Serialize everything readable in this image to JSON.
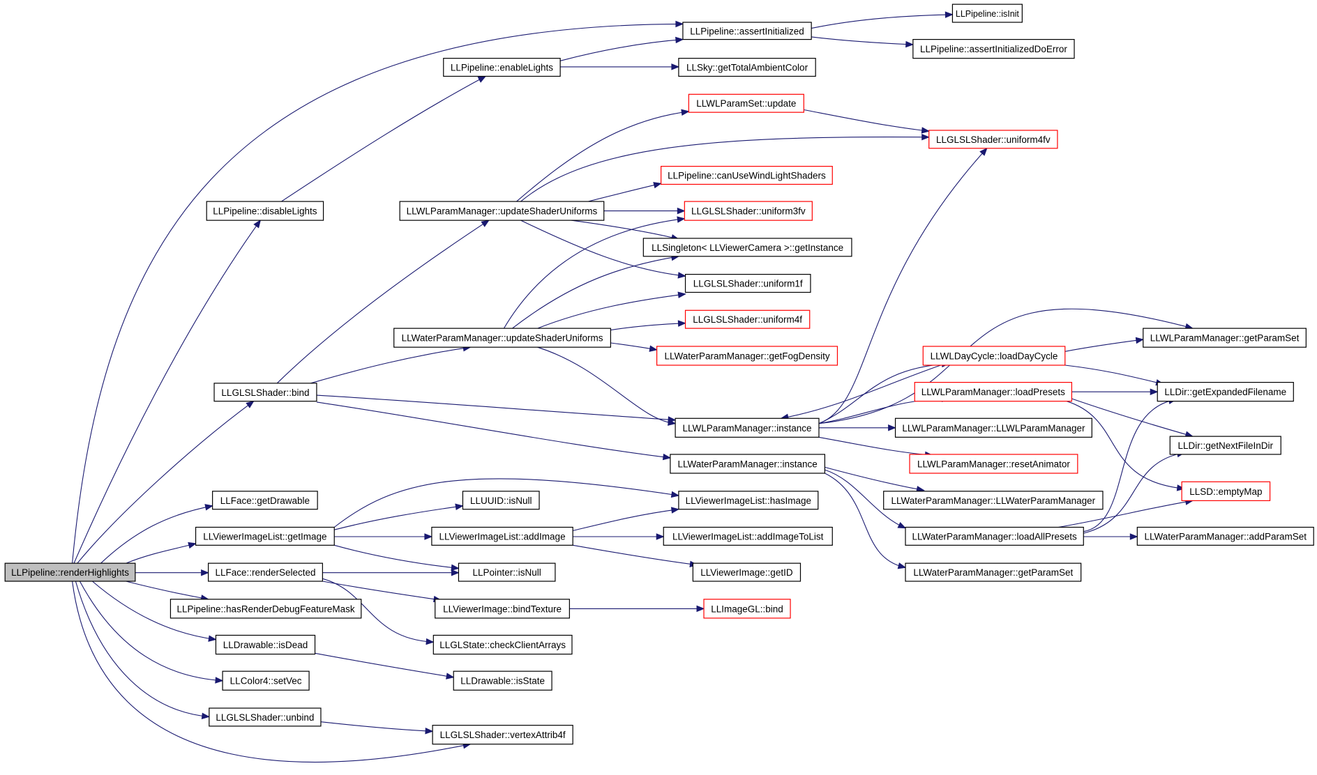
{
  "diagram": {
    "nodes": [
      {
        "id": "renderHighlights",
        "label": "LLPipeline::renderHighlights",
        "root": true
      },
      {
        "id": "assertInitialized",
        "label": "LLPipeline::assertInitialized"
      },
      {
        "id": "isInit",
        "label": "LLPipeline::isInit"
      },
      {
        "id": "assertInitializedDoError",
        "label": "LLPipeline::assertInitializedDoError"
      },
      {
        "id": "enableLights",
        "label": "LLPipeline::enableLights"
      },
      {
        "id": "getTotalAmbientColor",
        "label": "LLSky::getTotalAmbientColor"
      },
      {
        "id": "wlParamSetUpdate",
        "label": "LLWLParamSet::update",
        "truncated": true
      },
      {
        "id": "uniform4fv",
        "label": "LLGLSLShader::uniform4fv",
        "truncated": true
      },
      {
        "id": "canUseWindLightShaders",
        "label": "LLPipeline::canUseWindLightShaders",
        "truncated": true
      },
      {
        "id": "disableLights",
        "label": "LLPipeline::disableLights"
      },
      {
        "id": "wlUpdateShaderUniforms",
        "label": "LLWLParamManager::updateShaderUniforms"
      },
      {
        "id": "uniform3fv",
        "label": "LLGLSLShader::uniform3fv",
        "truncated": true
      },
      {
        "id": "cameraGetInstance",
        "label": "LLSingleton< LLViewerCamera >::getInstance"
      },
      {
        "id": "uniform1f",
        "label": "LLGLSLShader::uniform1f"
      },
      {
        "id": "uniform4f",
        "label": "LLGLSLShader::uniform4f",
        "truncated": true
      },
      {
        "id": "waterUpdateShaderUniforms",
        "label": "LLWaterParamManager::updateShaderUniforms"
      },
      {
        "id": "getFogDensity",
        "label": "LLWaterParamManager::getFogDensity",
        "truncated": true
      },
      {
        "id": "wlGetParamSet",
        "label": "LLWLParamManager::getParamSet"
      },
      {
        "id": "loadDayCycle",
        "label": "LLWLDayCycle::loadDayCycle",
        "truncated": true
      },
      {
        "id": "shaderBind",
        "label": "LLGLSLShader::bind"
      },
      {
        "id": "wlLoadPresets",
        "label": "LLWLParamManager::loadPresets",
        "truncated": true
      },
      {
        "id": "getExpandedFilename",
        "label": "LLDir::getExpandedFilename"
      },
      {
        "id": "wlInstance",
        "label": "LLWLParamManager::instance"
      },
      {
        "id": "wlCtor",
        "label": "LLWLParamManager::LLWLParamManager"
      },
      {
        "id": "getNextFileInDir",
        "label": "LLDir::getNextFileInDir"
      },
      {
        "id": "resetAnimator",
        "label": "LLWLParamManager::resetAnimator",
        "truncated": true
      },
      {
        "id": "waterInstance",
        "label": "LLWaterParamManager::instance"
      },
      {
        "id": "faceGetDrawable",
        "label": "LLFace::getDrawable"
      },
      {
        "id": "uuidIsNull",
        "label": "LLUUID::isNull"
      },
      {
        "id": "hasImage",
        "label": "LLViewerImageList::hasImage"
      },
      {
        "id": "waterCtor",
        "label": "LLWaterParamManager::LLWaterParamManager"
      },
      {
        "id": "emptyMap",
        "label": "LLSD::emptyMap",
        "truncated": true
      },
      {
        "id": "getImage",
        "label": "LLViewerImageList::getImage"
      },
      {
        "id": "addImage",
        "label": "LLViewerImageList::addImage"
      },
      {
        "id": "addImageToList",
        "label": "LLViewerImageList::addImageToList"
      },
      {
        "id": "loadAllPresets",
        "label": "LLWaterParamManager::loadAllPresets"
      },
      {
        "id": "addParamSet",
        "label": "LLWaterParamManager::addParamSet"
      },
      {
        "id": "renderSelected",
        "label": "LLFace::renderSelected"
      },
      {
        "id": "pointerIsNull",
        "label": "LLPointer::isNull"
      },
      {
        "id": "getID",
        "label": "LLViewerImage::getID"
      },
      {
        "id": "waterGetParamSet",
        "label": "LLWaterParamManager::getParamSet"
      },
      {
        "id": "hasRenderDebugFeatureMask",
        "label": "LLPipeline::hasRenderDebugFeatureMask"
      },
      {
        "id": "bindTexture",
        "label": "LLViewerImage::bindTexture"
      },
      {
        "id": "imageGLBind",
        "label": "LLImageGL::bind",
        "truncated": true
      },
      {
        "id": "checkClientArrays",
        "label": "LLGLState::checkClientArrays"
      },
      {
        "id": "isDead",
        "label": "LLDrawable::isDead"
      },
      {
        "id": "isState",
        "label": "LLDrawable::isState"
      },
      {
        "id": "setVec",
        "label": "LLColor4::setVec"
      },
      {
        "id": "shaderUnbind",
        "label": "LLGLSLShader::unbind"
      },
      {
        "id": "vertexAttrib4f",
        "label": "LLGLSLShader::vertexAttrib4f"
      }
    ]
  }
}
